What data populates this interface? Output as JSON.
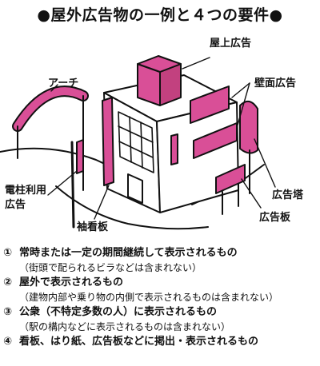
{
  "title": "●屋外広告物の一例と４つの要件●",
  "labels": {
    "rooftop": "屋上広告",
    "arch": "アーチ",
    "wall": "壁面広告",
    "pole_line1": "電柱利用",
    "pole_line2": "広告",
    "tower": "広告塔",
    "sleeve": "袖看板",
    "board": "広告板"
  },
  "colors": {
    "ad_pink": "#d94f97",
    "line": "#111111",
    "ground": "#ffffff"
  },
  "requirements": [
    {
      "num": "①",
      "text": "常時または一定の期間継続して表示されるもの",
      "note": "（街頭で配られるビラなどは含まれない）"
    },
    {
      "num": "②",
      "text": "屋外で表示されるもの",
      "note": "（建物内部や乗り物の内側で表示されるものは含まれない）"
    },
    {
      "num": "③",
      "text": "公衆（不特定多数の人）に表示されるもの",
      "note": "（駅の構内などに表示されるものは含まれない）"
    },
    {
      "num": "④",
      "text": "看板、はり紙、広告板などに掲出・表示されるもの",
      "note": ""
    }
  ]
}
